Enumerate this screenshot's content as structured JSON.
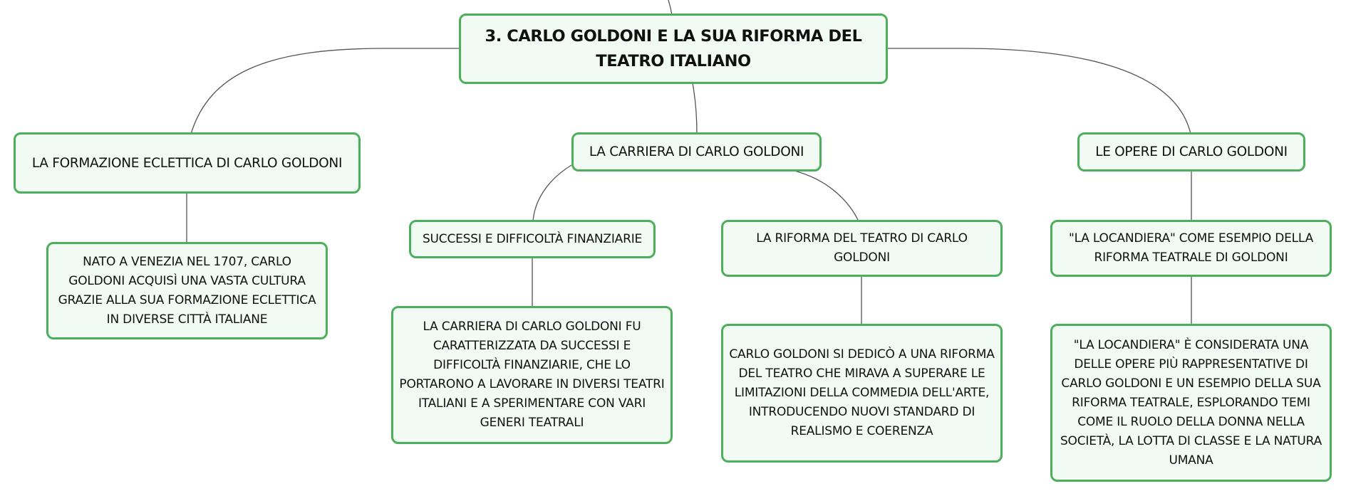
{
  "diagram": {
    "root": {
      "label": "3. CARLO GOLDONI E LA SUA RIFORMA DEL TEATRO ITALIANO"
    },
    "branches": {
      "formazione": {
        "label": "LA FORMAZIONE ECLETTICA DI CARLO GOLDONI",
        "detail": "NATO A VENEZIA NEL 1707, CARLO GOLDONI ACQUISÌ UNA VASTA CULTURA GRAZIE ALLA SUA FORMAZIONE ECLETTICA IN DIVERSE CITTÀ ITALIANE"
      },
      "carriera": {
        "label": "LA CARRIERA DI CARLO GOLDONI",
        "successi": {
          "label": "SUCCESSI E DIFFICOLTÀ FINANZIARIE",
          "detail": "LA CARRIERA DI CARLO GOLDONI FU CARATTERIZZATA DA SUCCESSI E DIFFICOLTÀ FINANZIARIE, CHE LO PORTARONO A LAVORARE IN DIVERSI TEATRI ITALIANI E A SPERIMENTARE CON VARI GENERI TEATRALI"
        },
        "riforma": {
          "label": "LA RIFORMA DEL TEATRO DI CARLO GOLDONI",
          "detail": "CARLO GOLDONI SI DEDICÒ A UNA RIFORMA DEL TEATRO CHE MIRAVA A SUPERARE LE LIMITAZIONI DELLA COMMEDIA DELL'ARTE, INTRODUCENDO NUOVI STANDARD DI REALISMO E COERENZA"
        }
      },
      "opere": {
        "label": "LE OPERE DI CARLO GOLDONI",
        "locandiera": {
          "label": "\"LA LOCANDIERA\" COME ESEMPIO DELLA RIFORMA TEATRALE DI GOLDONI",
          "detail": "\"LA LOCANDIERA\" È CONSIDERATA UNA DELLE OPERE PIÙ RAPPRESENTATIVE DI CARLO GOLDONI E UN ESEMPIO DELLA SUA RIFORMA TEATRALE, ESPLORANDO TEMI COME IL RUOLO DELLA DONNA NELLA SOCIETÀ, LA LOTTA DI CLASSE E LA NATURA UMANA"
        }
      }
    },
    "colors": {
      "node_border": "#4caf5c",
      "node_fill": "#f1faf3",
      "connector": "#555555",
      "text": "#111111"
    }
  }
}
